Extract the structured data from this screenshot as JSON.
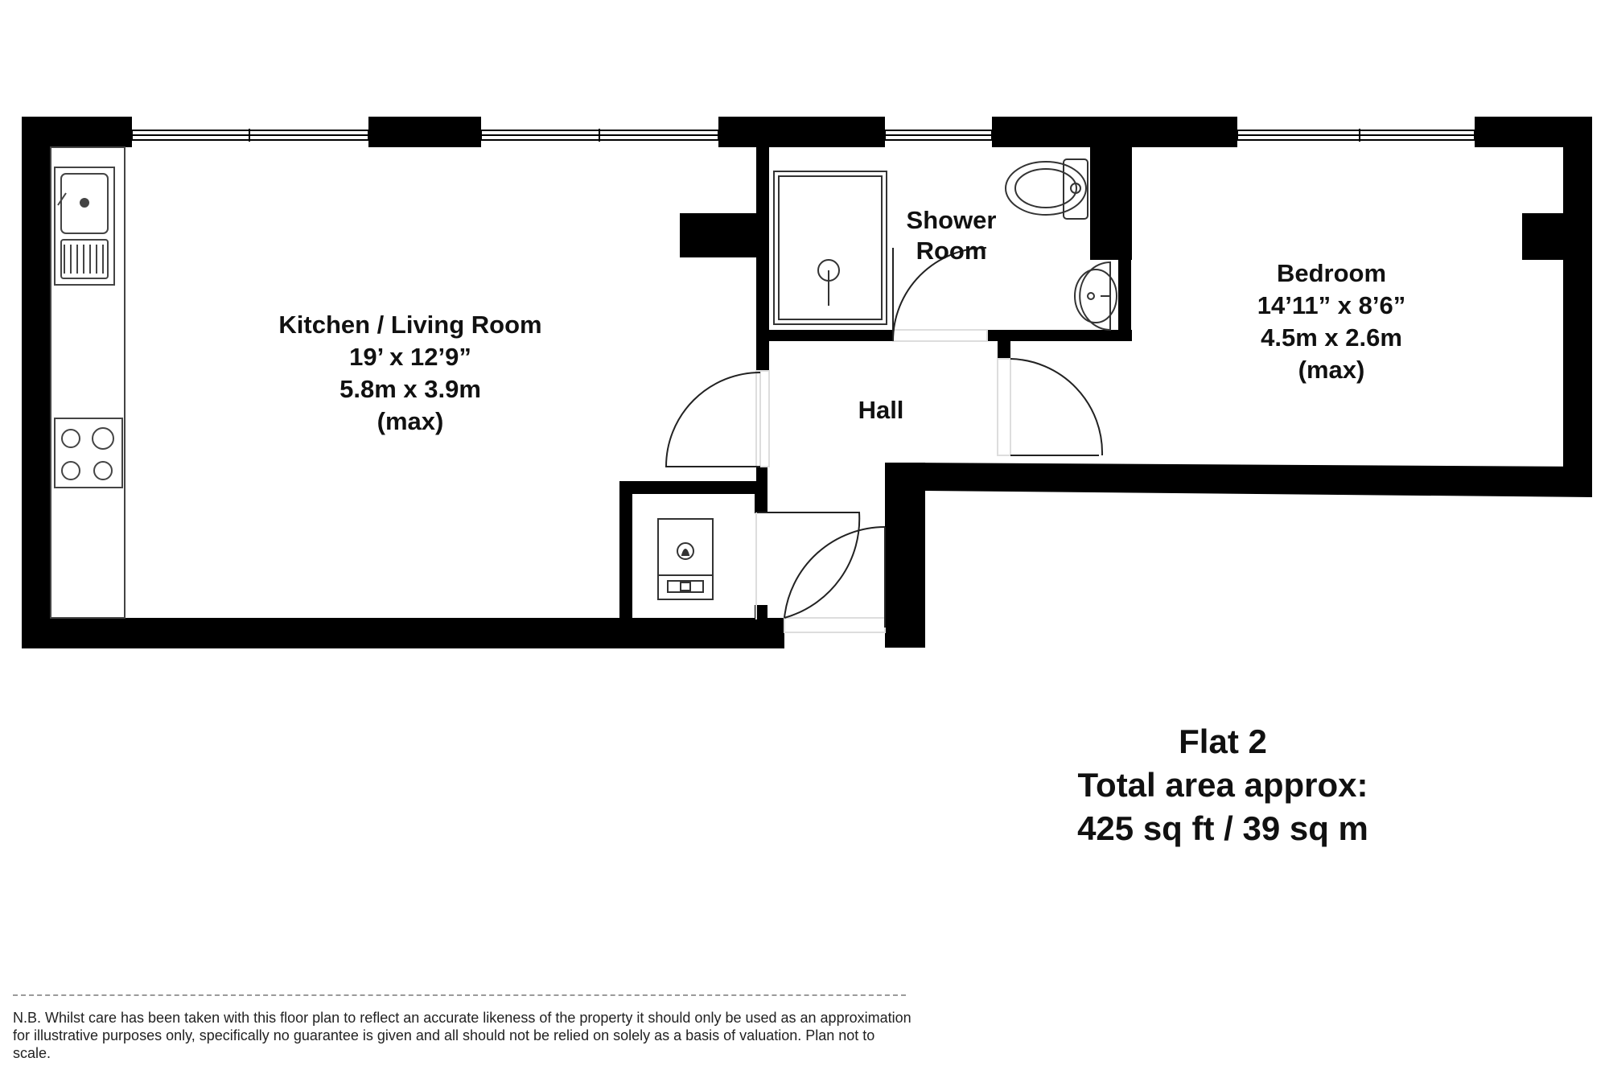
{
  "rooms": {
    "kitchen": {
      "name": "Kitchen / Living Room",
      "imperial": "19’ x 12’9”",
      "metric": "5.8m x 3.9m",
      "note": "(max)"
    },
    "shower": {
      "line1": "Shower",
      "line2": "Room"
    },
    "hall": {
      "name": "Hall"
    },
    "bedroom": {
      "name": "Bedroom",
      "imperial": "14’11” x 8’6”",
      "metric": "4.5m x 2.6m",
      "note": "(max)"
    }
  },
  "summary": {
    "flat": "Flat 2",
    "area_label": "Total area approx:",
    "area_value": "425 sq ft / 39 sq m"
  },
  "disclaimer": "N.B. Whilst care has been taken with this floor plan to reflect an accurate likeness of the property it should only be used as an approximation for illustrative purposes only, specifically no guarantee is given and all should not be relied on solely as a basis of valuation. Plan not to scale.",
  "colors": {
    "wall": "#000000",
    "fixture_stroke": "#333333",
    "door_gap": "#e6e6e6"
  }
}
